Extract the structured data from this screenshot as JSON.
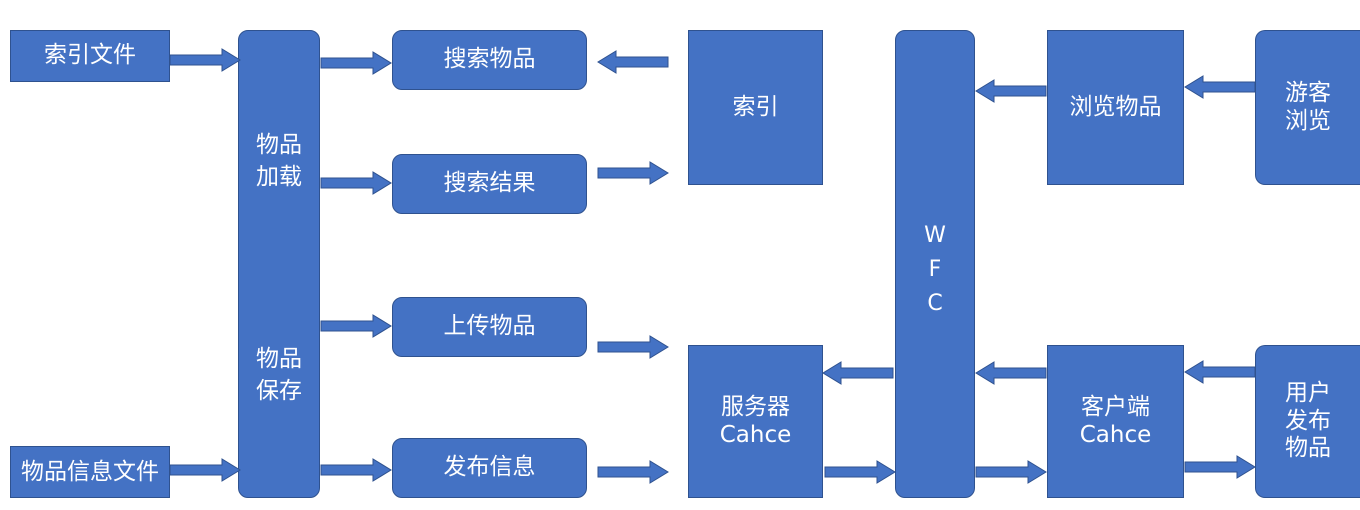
{
  "colors": {
    "fill": "#4472C4",
    "border": "#2F528F",
    "text": "#FFFFFF"
  },
  "nodes": {
    "index_file": "索引文件",
    "item_info_file": "物品信息文件",
    "item_load": "物品\n加载",
    "item_save": "物品\n保存",
    "search_item": "搜索物品",
    "search_result": "搜索结果",
    "upload_item": "上传物品",
    "publish_info": "发布信息",
    "index": "索引",
    "server_cache": "服务器\nCahce",
    "wfc": [
      "W",
      "F",
      "C"
    ],
    "browse_item": "浏览物品",
    "client_cache": "客户端\nCahce",
    "guest_browse": "游客\n浏览",
    "user_publish": "用户\n发布\n物品"
  }
}
